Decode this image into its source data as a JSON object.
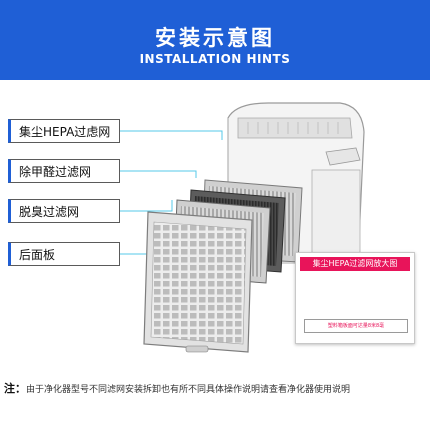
{
  "header": {
    "title_cn": "安装示意图",
    "title_en": "INSTALLATION HINTS"
  },
  "labels": [
    {
      "text": "集尘HEPA过虑网"
    },
    {
      "text": "除甲醛过滤网"
    },
    {
      "text": "脱臭过滤网"
    },
    {
      "text": "后面板"
    }
  ],
  "inset": {
    "title": "集尘HEPA过滤网放大图",
    "caption": "塑料箱板面可达量8米8毫"
  },
  "footnote": {
    "prefix": "注：",
    "text": "由于净化器型号不同滤网安装拆卸也有所不同具体操作说明请查看净化器使用说明"
  },
  "colors": {
    "accent": "#1f5fd6",
    "highlight": "#e8145a",
    "connector": "#55c8e8"
  }
}
